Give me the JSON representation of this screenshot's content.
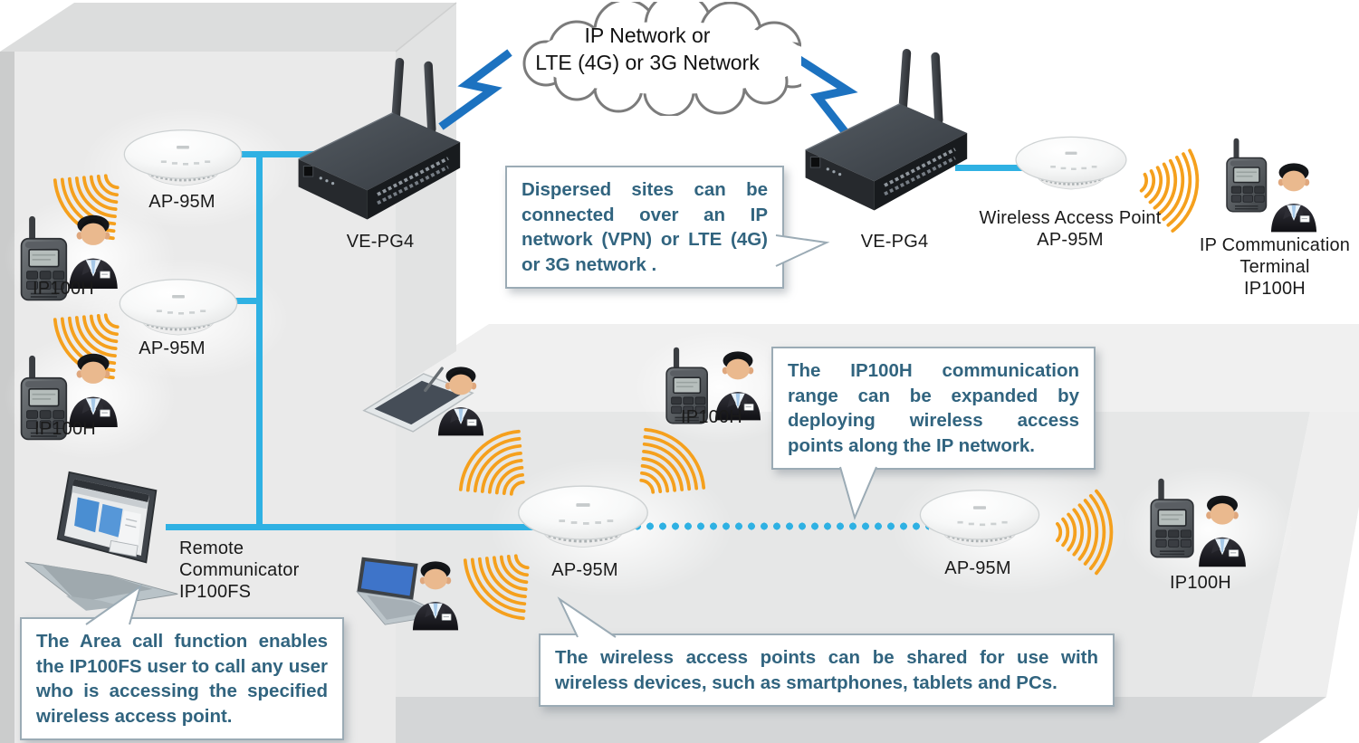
{
  "cloud": {
    "line1": "IP Network or",
    "line2": "LTE (4G) or 3G Network"
  },
  "bubbles": {
    "dispersed": "Dispersed sites can be connected over an IP network (VPN) or LTE (4G) or 3G network .",
    "range": "The IP100H communication range can be expanded by deploying wireless access points along the IP network.",
    "area_call": "The Area call function enables the IP100FS user to call any user who is accessing the specified wireless access point.",
    "shared": "The wireless access points can be shared for use with wireless devices, such as smartphones, tablets and PCs."
  },
  "labels": {
    "ap_site_a_1": "AP-95M",
    "ap_site_a_2": "AP-95M",
    "ap_floor_center": "AP-95M",
    "ap_floor_right": "AP-95M",
    "ap_site_b_line1": "Wireless Access Point",
    "ap_site_b_line2": "AP-95M",
    "vepg4_left": "VE-PG4",
    "vepg4_right": "VE-PG4",
    "ip100h_site_a_1": "IP100H",
    "ip100h_site_a_2": "IP100H",
    "ip100h_floor_top": "IP100H",
    "ip100h_floor_right": "IP100H",
    "terminal_line1": "IP Communication",
    "terminal_line2": "Terminal",
    "terminal_line3": "IP100H",
    "remote_line1": "Remote",
    "remote_line2": "Communicator",
    "remote_line3": "IP100FS"
  },
  "colors": {
    "link": "#2fb1e3",
    "wave": "#f5a01d",
    "bolt": "#1c72c0",
    "bubble_text": "#31647f",
    "label_text": "#1a1a1a"
  }
}
